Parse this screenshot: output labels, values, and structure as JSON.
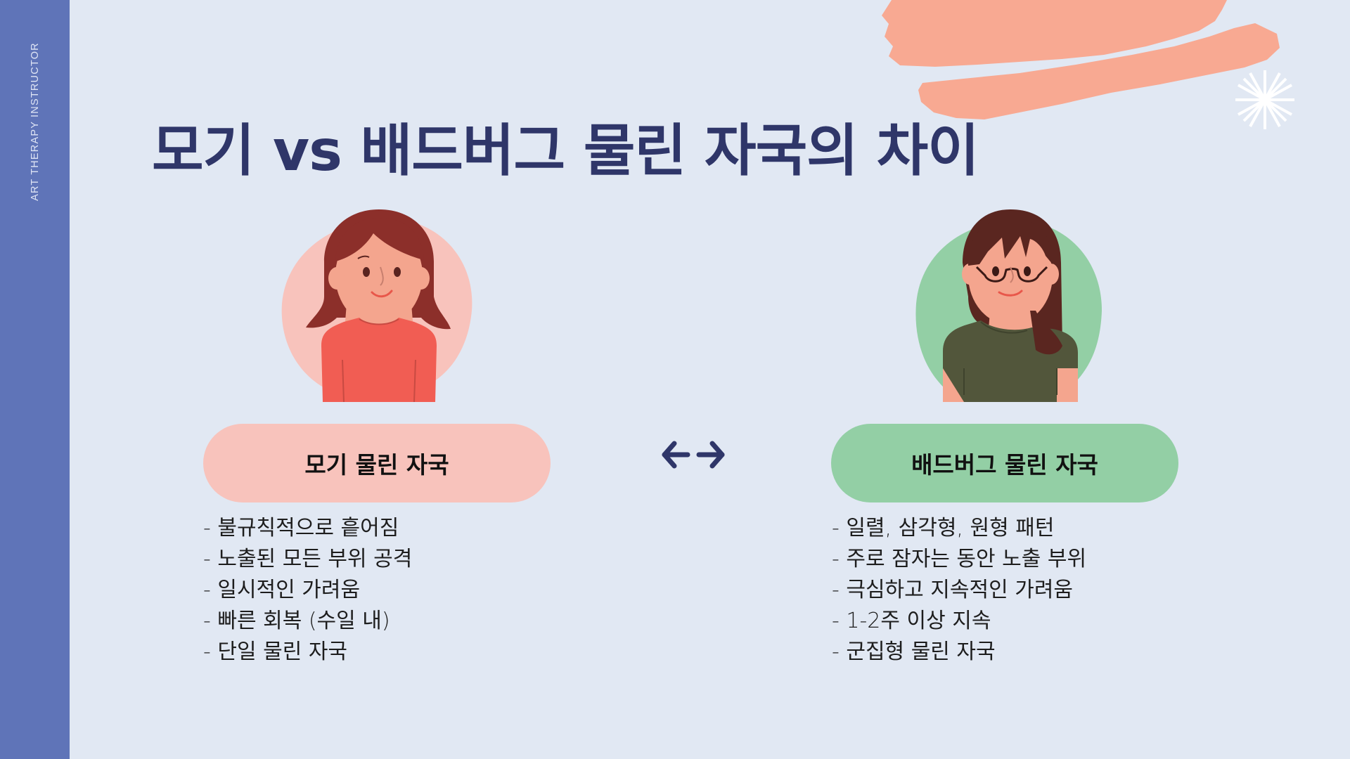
{
  "sidebar": {
    "label": "ART THERAPY INSTRUCTOR",
    "color": "#5f74b8"
  },
  "title": "모기 vs 배드버그 물린 자국의 차이",
  "colors": {
    "background": "#e1e8f3",
    "title": "#2f3669",
    "brush": "#f8a992",
    "left_pill": "#f8c3bc",
    "right_pill": "#93cfa5"
  },
  "compare_icon": "left-right-arrows-icon",
  "left": {
    "avatar": "woman-avatar-red-sweater",
    "heading": "모기 물린 자국",
    "bullets": [
      "- 불규칙적으로 흩어짐",
      "- 노출된 모든 부위 공격",
      "- 일시적인 가려움",
      "- 빠른 회복 (수일 내)",
      "- 단일 물린 자국"
    ]
  },
  "right": {
    "avatar": "woman-avatar-glasses-green-shirt",
    "heading": "배드버그 물린 자국",
    "bullets": [
      "- 일렬, 삼각형, 원형 패턴",
      "- 주로 잠자는 동안 노출 부위",
      "- 극심하고 지속적인 가려움",
      "- 1-2주 이상 지속",
      "- 군집형 물린 자국"
    ]
  }
}
